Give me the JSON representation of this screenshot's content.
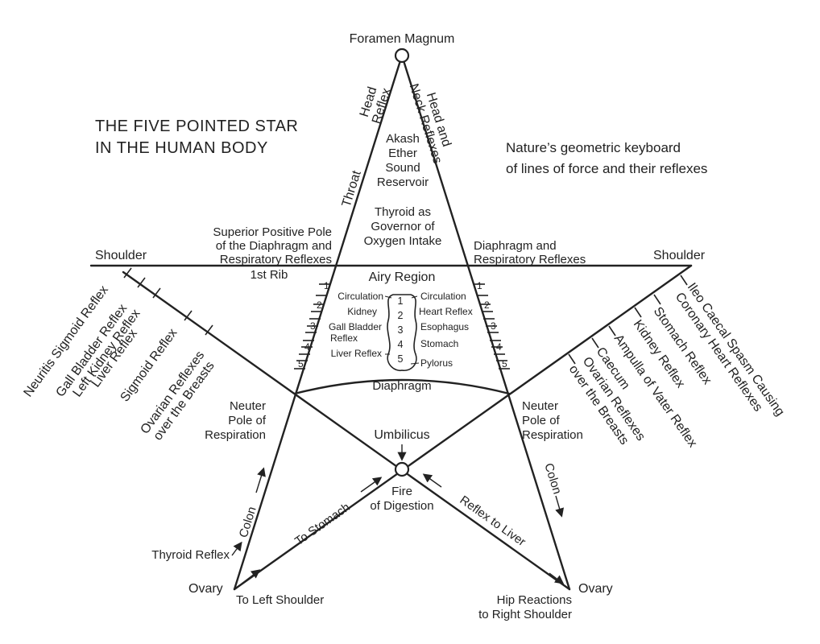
{
  "title": {
    "line1": "THE FIVE POINTED STAR",
    "line2": "IN THE HUMAN BODY"
  },
  "subtitle": {
    "line1": "Nature’s geometric keyboard",
    "line2": "of lines of force and their reflexes"
  },
  "points": {
    "top": "Foramen Magnum",
    "left_shoulder": "Shoulder",
    "right_shoulder": "Shoulder",
    "left_ovary": "Ovary",
    "right_ovary": "Ovary",
    "umbilicus": "Umbilicus"
  },
  "top_labels": {
    "head_reflex": [
      "Head",
      "Reflex"
    ],
    "head_neck": [
      "Head and",
      "Neck Reflexes"
    ],
    "throat": "Throat",
    "akash": [
      "Akash",
      "Ether",
      "Sound",
      "Reservoir"
    ],
    "thyroid": [
      "Thyroid as",
      "Governor of",
      "Oxygen Intake"
    ]
  },
  "diaphragm_labels": {
    "superior": [
      "Superior Positive Pole",
      "of the Diaphragm and",
      "Respiratory Reflexes"
    ],
    "right": [
      "Diaphragm and",
      "Respiratory Reflexes"
    ],
    "first_rib": "1st Rib",
    "airy": "Airy Region",
    "diaphragm": "Diaphragm"
  },
  "center_left": [
    "Circulation",
    "Kidney",
    "Gall Bladder",
    "Reflex",
    "Liver Reflex"
  ],
  "center_right": [
    "Circulation",
    "Heart Reflex",
    "Esophagus",
    "Stomach",
    "Pylorus"
  ],
  "center_numbers": [
    "1",
    "2",
    "3",
    "4",
    "5"
  ],
  "side_ticks": [
    "1",
    "2",
    "3",
    "4",
    "5"
  ],
  "left_reflexes": [
    "Neuritis Sigmoid Reflex",
    "Gall Bladder Reflex",
    "Left Kidney Reflex",
    "Liver Reflex",
    "Sigmoid Reflex",
    "Ovarian Reflexes",
    "over the Breasts"
  ],
  "right_reflexes": [
    "Ileo Caecal Spasm Causing",
    "Coronary Heart Reflexes",
    "Stomach Reflex",
    "Kidney Reflex",
    "Ampulla of Vater Reflex",
    "Caecum",
    "Ovarian Reflexes",
    "over the Breasts"
  ],
  "neuter": [
    "Neuter",
    "Pole of",
    "Respiration"
  ],
  "fire": [
    "Fire",
    "of Digestion"
  ],
  "lower_labels": {
    "colon": "Colon",
    "to_stomach": "To Stomach",
    "reflex_liver": "Reflex to Liver",
    "thyroid_reflex": "Thyroid Reflex",
    "to_left_shoulder": "To Left Shoulder",
    "hip": [
      "Hip Reactions",
      "to Right Shoulder"
    ]
  }
}
